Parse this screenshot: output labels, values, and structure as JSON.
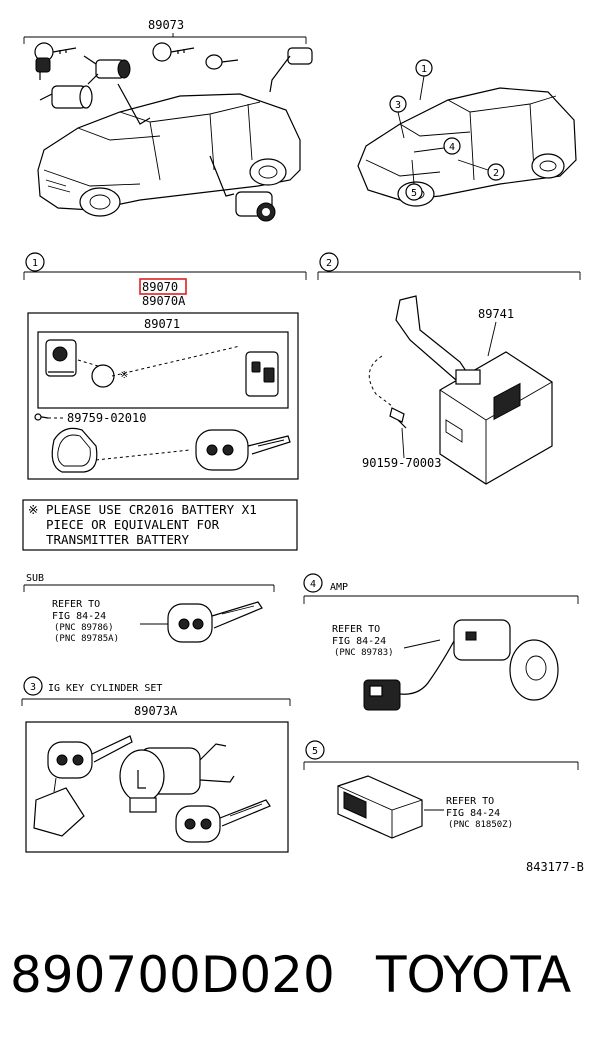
{
  "top": {
    "set_part": "89073",
    "overview_callouts": [
      "1",
      "3",
      "4",
      "2",
      "5"
    ]
  },
  "section1": {
    "index": "1",
    "highlight_part": "89070",
    "part": "89070A",
    "inner_part": "89071",
    "screw_part": "89759-02010",
    "battery_mark": "※"
  },
  "section2": {
    "index": "2",
    "module_part": "89741",
    "bolt_part": "90159-70003"
  },
  "battery_note": {
    "line1": "※ PLEASE USE CR2016 BATTERY X1",
    "line2": "PIECE OR EQUIVALENT FOR",
    "line3": "TRANSMITTER BATTERY"
  },
  "sub": {
    "title": "SUB",
    "refer1": "REFER TO",
    "refer2": "FIG 84-24",
    "pnc1": "(PNC 89786)",
    "pnc2": "(PNC 89785A)"
  },
  "amp": {
    "index": "4",
    "title": "AMP",
    "refer1": "REFER TO",
    "refer2": "FIG 84-24",
    "pnc1": "(PNC 89783)"
  },
  "ig": {
    "index": "3",
    "title": "IG KEY CYLINDER SET",
    "part": "89073A"
  },
  "s5": {
    "index": "5",
    "refer1": "REFER TO",
    "refer2": "FIG 84-24",
    "pnc1": "(PNC 81850Z)"
  },
  "figure_id": "843177-B",
  "caption": {
    "part_number": "890700D020",
    "brand": "TOYOTA"
  },
  "colors": {
    "highlight": "#e02020",
    "ink": "#000000"
  }
}
